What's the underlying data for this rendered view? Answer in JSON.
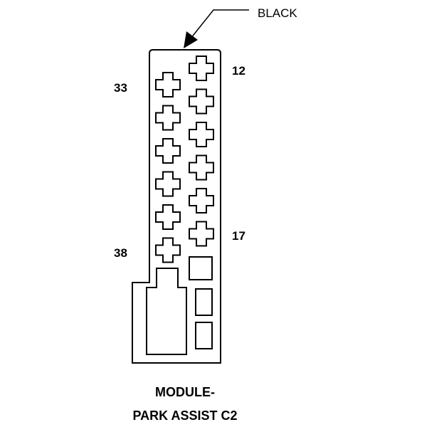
{
  "callout": {
    "color_label": "BLACK"
  },
  "pin_labels": {
    "top_right": "12",
    "top_left": "33",
    "bottom_right": "17",
    "bottom_left": "38"
  },
  "title": {
    "line1": "MODULE-",
    "line2": "PARK ASSIST C2"
  },
  "colors": {
    "ink": "#000000",
    "background": "#ffffff"
  }
}
